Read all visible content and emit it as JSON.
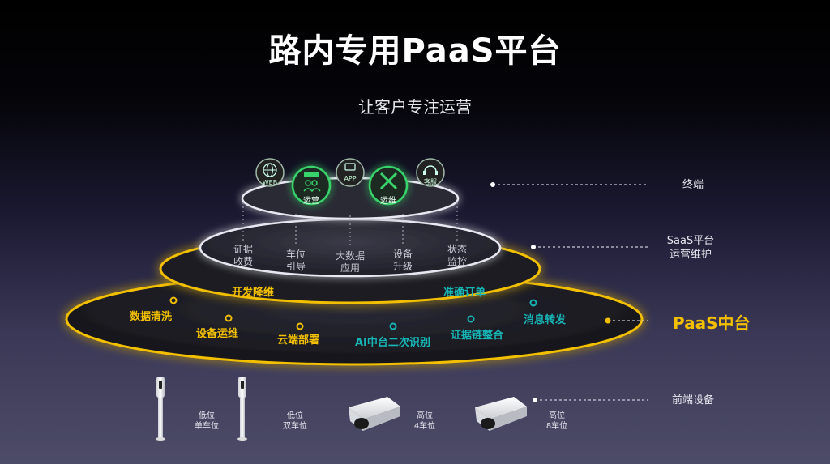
{
  "title": "路内专用PaaS平台",
  "subtitle": "让客户专注运营",
  "terminals": [
    {
      "label": "WEB",
      "icon": "globe-icon"
    },
    {
      "label": "运营",
      "icon": "operations-icon",
      "highlight": true
    },
    {
      "label": "APP",
      "icon": "app-icon"
    },
    {
      "label": "运维",
      "icon": "tools-icon",
      "highlight": true
    },
    {
      "label": "客服",
      "icon": "headset-icon"
    }
  ],
  "saas_modules": [
    {
      "line1": "证据",
      "line2": "收费"
    },
    {
      "line1": "车位",
      "line2": "引导"
    },
    {
      "line1": "大数据",
      "line2": "应用"
    },
    {
      "line1": "设备",
      "line2": "升级"
    },
    {
      "line1": "状态",
      "line2": "监控"
    }
  ],
  "paas_ring": {
    "left": "开发降维",
    "right": "准确订单"
  },
  "paas_modules": {
    "yellow": [
      "数据清洗",
      "设备运维",
      "云端部署"
    ],
    "cyan": [
      "AI中台二次识别",
      "证据链整合",
      "消息转发"
    ]
  },
  "layers": {
    "terminal": "终端",
    "saas_line1": "SaaS平台",
    "saas_line2": "运营维护",
    "paas": "PaaS中台",
    "front": "前端设备"
  },
  "devices": [
    {
      "line1": "低位",
      "line2": "单车位",
      "kind": "pole"
    },
    {
      "line1": "低位",
      "line2": "双车位",
      "kind": "pole"
    },
    {
      "line1": "高位",
      "line2": "4车位",
      "kind": "camera"
    },
    {
      "line1": "高位",
      "line2": "8车位",
      "kind": "camera"
    }
  ],
  "colors": {
    "yellow": "#f3c000",
    "cyan": "#17b6b6",
    "green": "#39d36b"
  }
}
